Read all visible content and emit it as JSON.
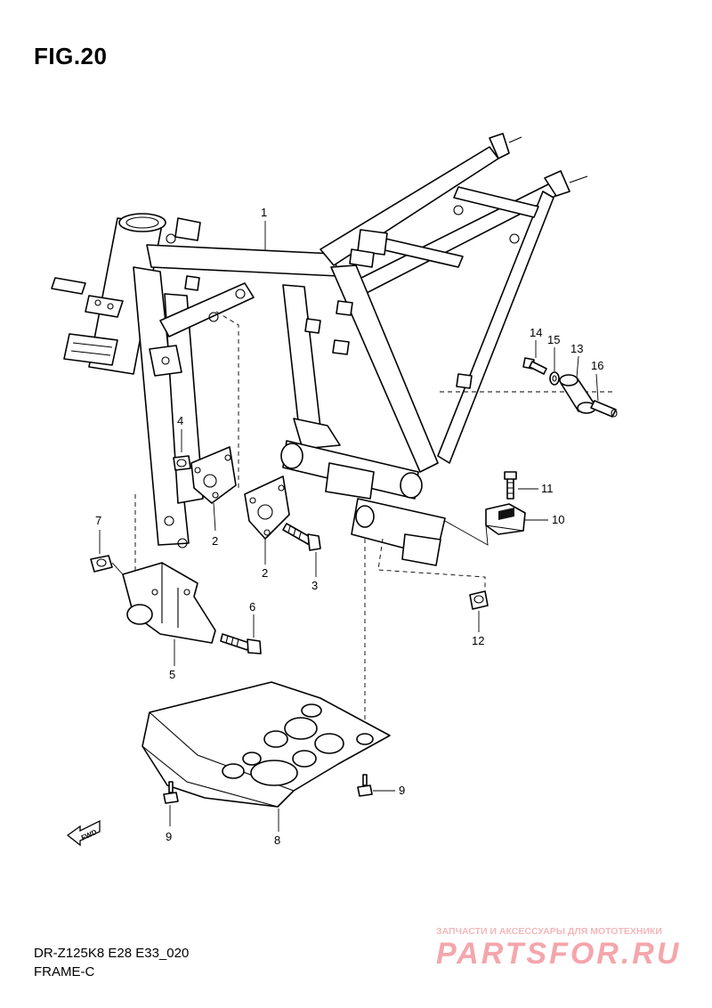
{
  "figure": {
    "title": "FIG.20"
  },
  "footer": {
    "model_code": "DR-Z125K8 E28 E33_020",
    "group_name": "FRAME-C"
  },
  "watermark": {
    "subtitle": "ЗАПЧАСТИ И АКСЕССУАРЫ ДЛЯ МОТОТЕХНИКИ",
    "logo": "PARTSFOR.RU",
    "color": "#f4a6ac"
  },
  "direction_arrow": {
    "label": "FWD"
  },
  "callouts": {
    "c1": "1",
    "c2a": "2",
    "c2b": "2",
    "c3": "3",
    "c4": "4",
    "c5": "5",
    "c6": "6",
    "c7": "7",
    "c8": "8",
    "c9a": "9",
    "c9b": "9",
    "c10": "10",
    "c11": "11",
    "c12": "12",
    "c13": "13",
    "c14": "14",
    "c15": "15",
    "c16": "16"
  }
}
